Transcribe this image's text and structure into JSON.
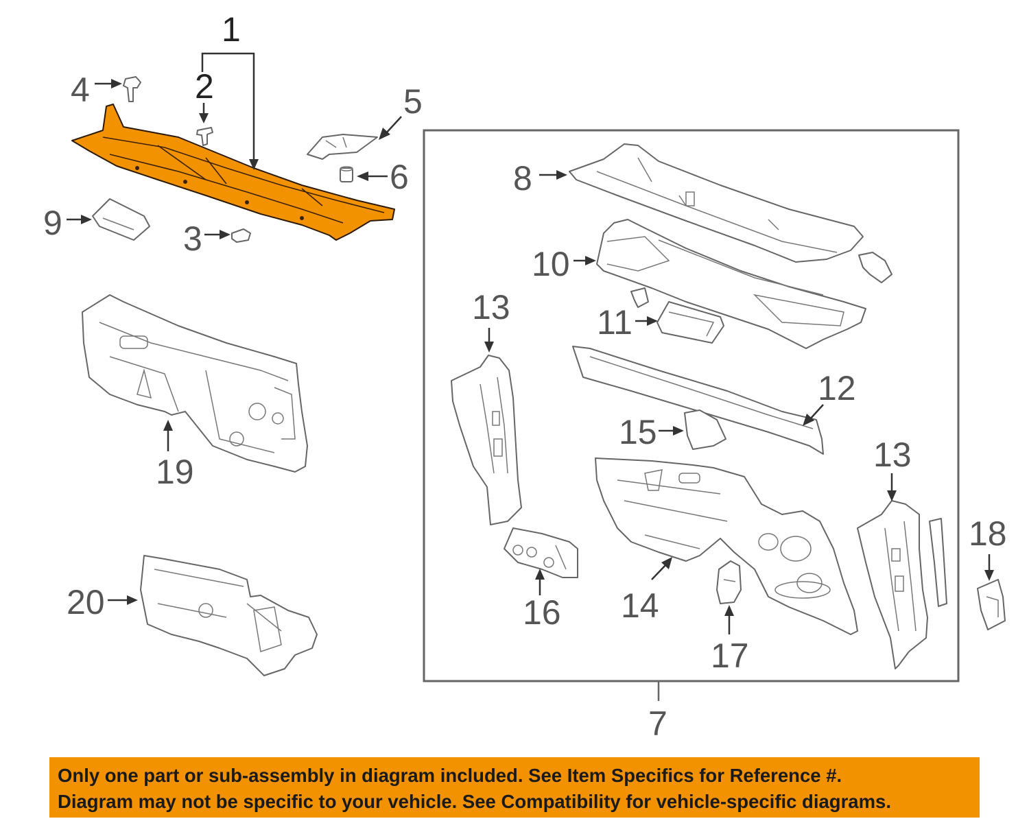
{
  "callouts": {
    "c1": "1",
    "c2": "2",
    "c3": "3",
    "c4": "4",
    "c5": "5",
    "c6": "6",
    "c7": "7",
    "c8": "8",
    "c9": "9",
    "c10": "10",
    "c11": "11",
    "c12": "12",
    "c13a": "13",
    "c13b": "13",
    "c14": "14",
    "c15": "15",
    "c16": "16",
    "c17": "17",
    "c18": "18",
    "c19": "19",
    "c20": "20"
  },
  "highlight_color": "#f39200",
  "banner": {
    "line1": "Only one part or sub-assembly in diagram included. See Item Specifics for Reference #.",
    "line2": "Diagram may not be specific to your vehicle. See Compatibility for vehicle-specific diagrams."
  }
}
